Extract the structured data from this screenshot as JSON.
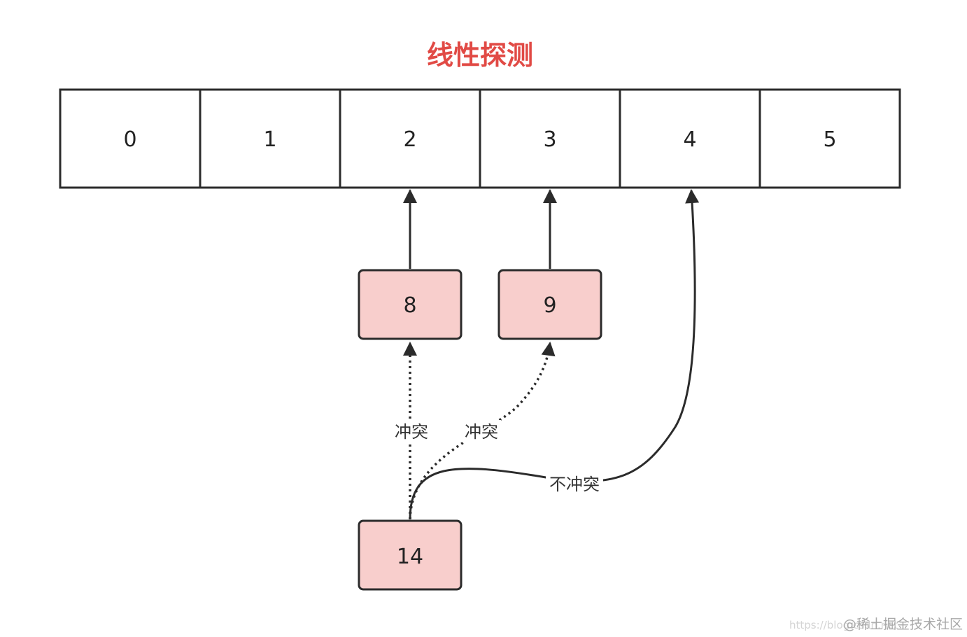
{
  "title": "线性探测",
  "colors": {
    "title": "#e14a45",
    "stroke": "#2b2b2b",
    "node_fill": "#f8cecc",
    "background": "#ffffff"
  },
  "array": {
    "cells": [
      "0",
      "1",
      "2",
      "3",
      "4",
      "5"
    ]
  },
  "nodes": [
    {
      "id": "node-8",
      "label": "8"
    },
    {
      "id": "node-9",
      "label": "9"
    },
    {
      "id": "node-14",
      "label": "14"
    }
  ],
  "edges": [
    {
      "id": "edge-8-to-2",
      "from": "8",
      "to": "2",
      "style": "solid",
      "label": ""
    },
    {
      "id": "edge-9-to-3",
      "from": "9",
      "to": "3",
      "style": "solid",
      "label": ""
    },
    {
      "id": "edge-14-to-8",
      "from": "14",
      "to": "8",
      "style": "dotted",
      "label": "冲突"
    },
    {
      "id": "edge-14-to-9",
      "from": "14",
      "to": "9",
      "style": "dotted",
      "label": "冲突"
    },
    {
      "id": "edge-14-to-4",
      "from": "14",
      "to": "4",
      "style": "solid",
      "label": "不冲突"
    }
  ],
  "watermark": {
    "link": "https://blog.csdn.net",
    "brand": "@稀土掘金技术社区"
  }
}
